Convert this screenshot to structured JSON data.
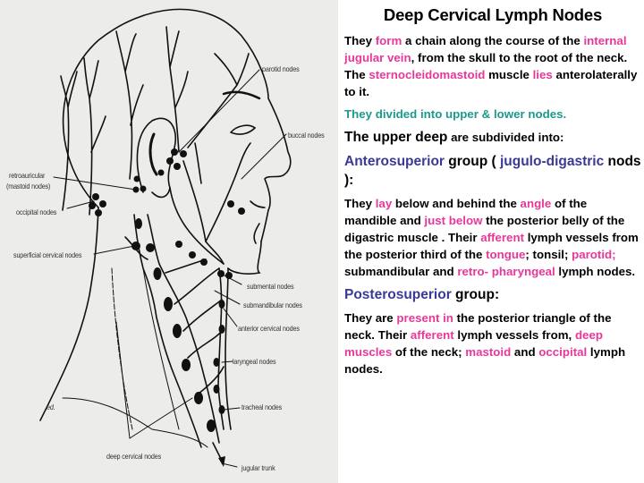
{
  "figure": {
    "labels": {
      "parotid": "parotid nodes",
      "buccal": "buccal nodes",
      "retroauricular_1": "retroauricular",
      "retroauricular_2": "(mastoid nodes)",
      "occipital": "occipital nodes",
      "superficial_cervical": "superficial cervical nodes",
      "submental": "submental nodes",
      "submandibular": "submandibular nodes",
      "anterior_cervical": "anterior cervical nodes",
      "laryngeal": "laryngeal nodes",
      "tracheal": "tracheal nodes",
      "deep_cervical": "deep cervical nodes",
      "jugular_trunk": "jugular trunk",
      "signature": "ed."
    }
  },
  "content": {
    "title": "Deep Cervical Lymph Nodes",
    "p1": {
      "t1": "They ",
      "h1": "form",
      "t2": " a chain along the course of the ",
      "h2": "internal jugular vein",
      "t3": ", from the skull to the root of the neck. The ",
      "h3": "sternocleidomastoid",
      "t4": " muscle ",
      "h4": "lies",
      "t5": " anterolaterally to it."
    },
    "p2": "They divided into upper & lower nodes.",
    "p3": {
      "big": "The upper deep",
      "rest": " are subdivided into:"
    },
    "p4": {
      "h1": "Anterosuperior",
      "t1": " group ( ",
      "h2": "jugulo-digastric",
      "t2": " nods ):"
    },
    "p5": {
      "t1": "They ",
      "h1": "lay",
      "t2": " below and behind the ",
      "h2": "angle",
      "t3": " of the mandible and ",
      "h3": "just below",
      "t4": " the posterior belly of the digastric muscle . Their ",
      "h4": "afferent",
      "t5": " lymph vessels from the posterior third of the ",
      "h5": "tongue",
      "t6": "; tonsil; ",
      "h6": "parotid;",
      "t7": " submandibular and ",
      "h7": "retro- pharyngeal",
      "t8": " lymph nodes."
    },
    "p6": {
      "h1": "Posterosuperior",
      "t1": " group:"
    },
    "p7": {
      "t1": "They are ",
      "h1": "present in",
      "t2": " the posterior triangle of the neck. Their ",
      "h2": "afferent",
      "t3": " lymph vessels from, ",
      "h3": "deep muscles",
      "t4": " of the neck; ",
      "h4": "mastoid",
      "t5": " and ",
      "h5": "occipital",
      "t6": " lymph nodes."
    }
  },
  "colors": {
    "pink_highlight": "#e8379a",
    "teal": "#1a9a8c",
    "navy": "#3a3a96",
    "figure_bg": "#ececea"
  }
}
